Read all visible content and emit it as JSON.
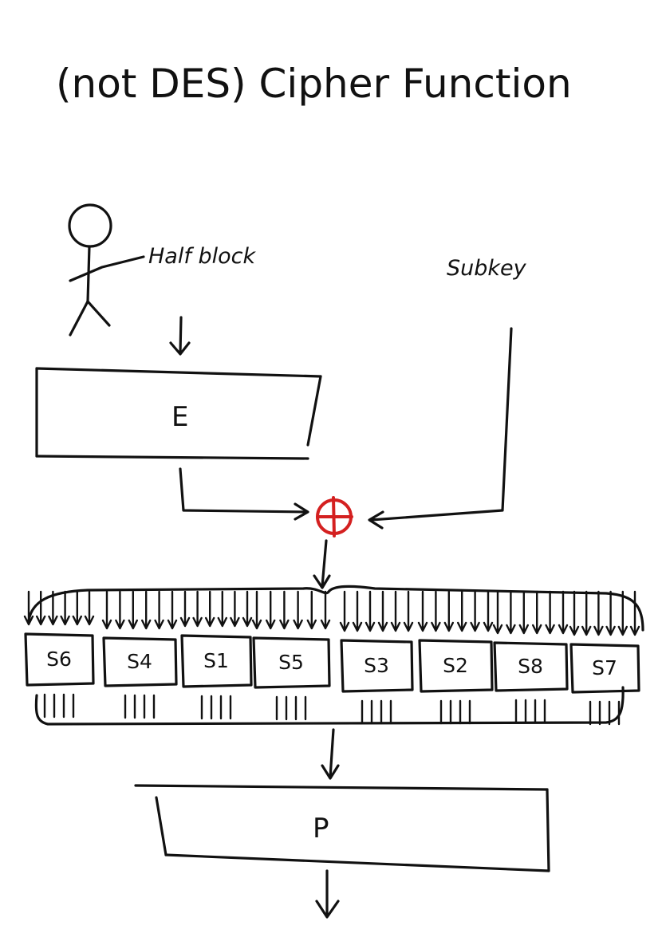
{
  "title": "(not DES) Cipher Function",
  "inputs": {
    "half_block": "Half block",
    "subkey": "Subkey"
  },
  "blocks": {
    "expansion": "E",
    "permutation": "P"
  },
  "xor_color": "#d42020",
  "sboxes": [
    "S6",
    "S4",
    "S1",
    "S5",
    "S3",
    "S2",
    "S8",
    "S7"
  ]
}
